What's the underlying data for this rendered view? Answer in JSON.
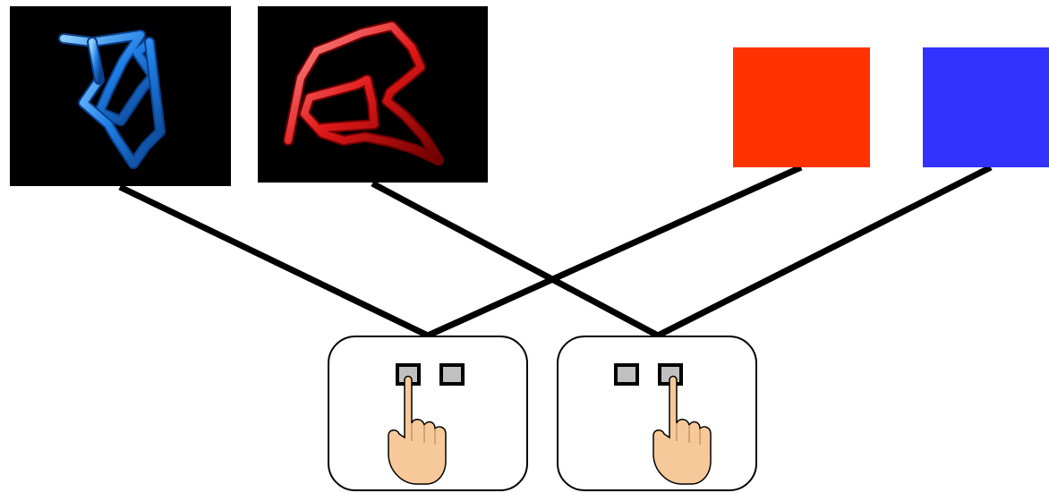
{
  "stimuli": [
    {
      "name": "blue-3d-tube-shape",
      "kind": "3d-shape",
      "color": "#1e7de0"
    },
    {
      "name": "red-3d-tube-shape",
      "kind": "3d-shape",
      "color": "#e01818"
    },
    {
      "name": "red-square",
      "kind": "color-patch",
      "color": "#ff3300"
    },
    {
      "name": "blue-square",
      "kind": "color-patch",
      "color": "#3333ff"
    }
  ],
  "response_panels": [
    {
      "name": "left-response-panel",
      "pressed_button": "left"
    },
    {
      "name": "right-response-panel",
      "pressed_button": "right"
    }
  ],
  "mappings": [
    {
      "from": "blue-3d-tube-shape",
      "to": "left-response-panel"
    },
    {
      "from": "red-square",
      "to": "left-response-panel"
    },
    {
      "from": "red-3d-tube-shape",
      "to": "right-response-panel"
    },
    {
      "from": "blue-square",
      "to": "right-response-panel"
    }
  ],
  "colors": {
    "line": "#000000",
    "button_fill": "#c0c0c0",
    "skin": "#f7c99a",
    "panel_border": "#000000",
    "background": "#ffffff"
  }
}
